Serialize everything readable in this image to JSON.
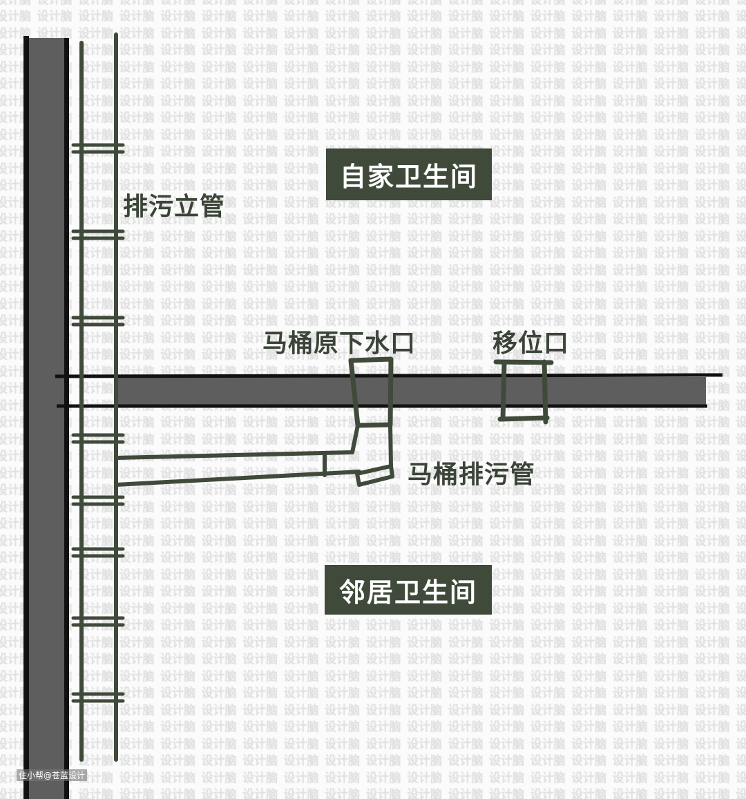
{
  "watermark": "设计脑",
  "labels": {
    "riser": "排污立管",
    "own_bathroom": "自家卫生间",
    "original_outlet": "马桶原下水口",
    "relocated_outlet": "移位口",
    "toilet_drain": "马桶排污管",
    "neighbor_bathroom": "邻居卫生间"
  },
  "credit": "住小帮@苍蓝设计",
  "colors": {
    "pipe": "#3f4a3a",
    "wall": "#5e5e5e",
    "line": "#111111"
  }
}
